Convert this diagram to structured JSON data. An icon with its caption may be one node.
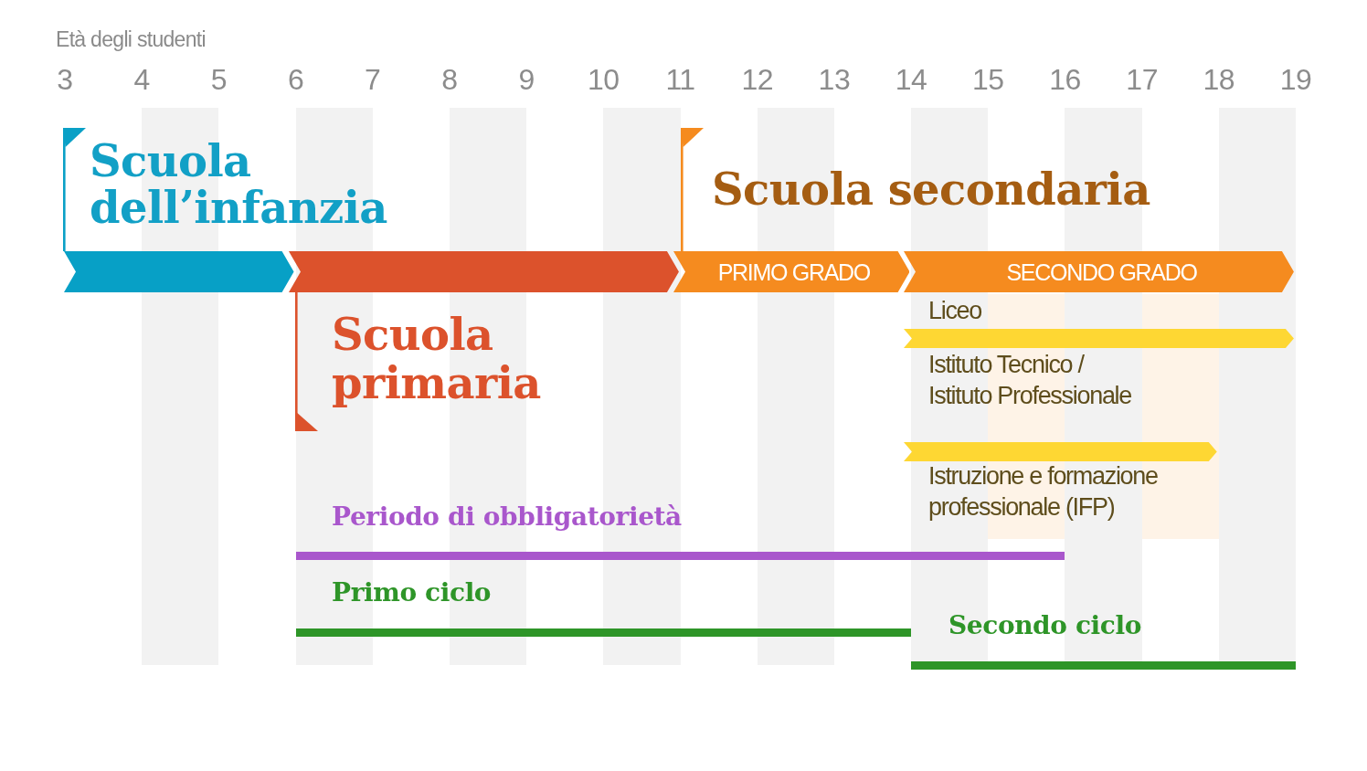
{
  "diagram": {
    "nodes": [
      {
        "text": [
          "Scuola dell’infanzia"
        ]
      },
      {
        "text": [
          "Scuola secondaria"
        ]
      },
      {
        "text": [],
        "shape": "bar"
      },
      {
        "text": [],
        "shape": "bar"
      },
      {
        "text": [
          "PRIMO GRADO"
        ]
      },
      {
        "text": [
          "SECONDO GRADO"
        ]
      },
      {
        "text": [
          "Scuola primaria"
        ]
      },
      {
        "text": [],
        "shape": "bar"
      },
      {
        "text": [],
        "shape": "bar"
      },
      {
        "text": [
          "Periodo di obbligatorietà"
        ]
      },
      {
        "text": [
          "Primo ciclo"
        ]
      },
      {
        "text": [
          "Secondo ciclo"
        ]
      }
    ],
    "labels": [
      "Età degli studenti",
      "3",
      "4",
      "5",
      "6",
      "7",
      "8",
      "9",
      "10",
      "11",
      "12",
      "13",
      "14",
      "15",
      "16",
      "17",
      "18",
      "19",
      "Liceo",
      "Istituto Tecnico / Istituto Professionale",
      "Istruzione e formazione professionale (IFP)"
    ]
  }
}
